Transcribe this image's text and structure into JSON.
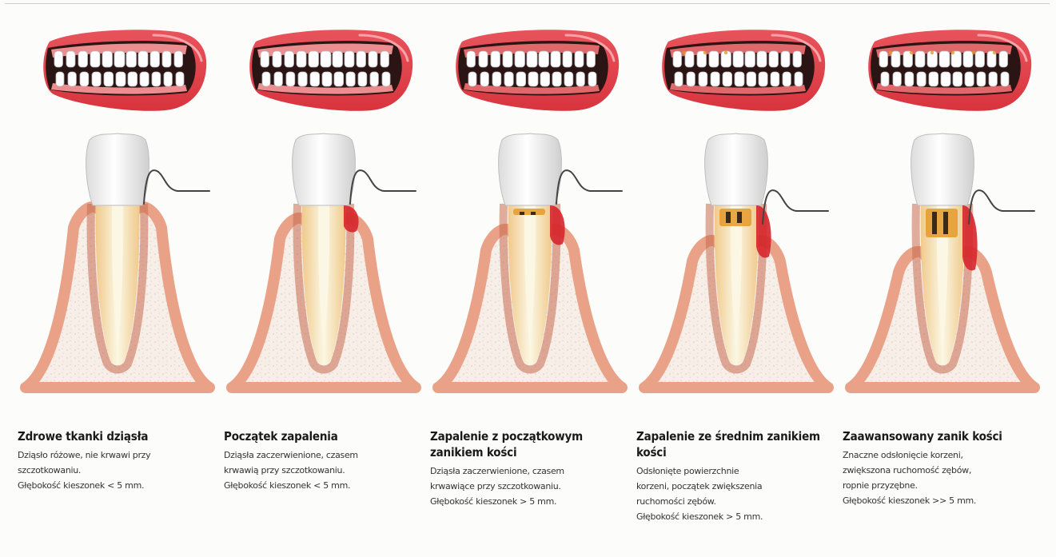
{
  "colors": {
    "gum": "#e9a287",
    "gum_inner": "#c9694f",
    "bone_bg": "#f7eee8",
    "enamel": "#f6f6f4",
    "root": "#f6e2ae",
    "pulp": "#fbf7e4",
    "lip": "#d8343e",
    "inflamed": "#d6262c",
    "tartar": "#e49a2a",
    "caption_title": "#1a1a1a",
    "caption_text": "#333333"
  },
  "stages": [
    {
      "title": "Zdrowe tkanki dziąsła",
      "lines": [
        "Dziąsło różowe, nie krwawi przy",
        "szczotkowaniu.",
        "Głębokość kieszonek < 5 mm."
      ],
      "severity": 0
    },
    {
      "title": "Początek zapalenia",
      "lines": [
        "Dziąsła zaczerwienione, czasem",
        "krwawią przy szczotkowaniu.",
        "Głębokość kieszonek < 5 mm."
      ],
      "severity": 1
    },
    {
      "title": "Zapalenie z początkowym zanikiem kości",
      "lines": [
        "Dziąsła zaczerwienione, czasem",
        "krwawiące przy szczotkowaniu.",
        "Głębokość kieszonek > 5 mm."
      ],
      "severity": 2
    },
    {
      "title": "Zapalenie ze średnim zanikiem kości",
      "lines": [
        "Odsłonięte powierzchnie",
        "korzeni, początek zwiększenia",
        "ruchomości zębów.",
        "Głębokość kieszonek > 5 mm."
      ],
      "severity": 3
    },
    {
      "title": "Zaawansowany zanik kości",
      "lines": [
        "Znaczne odsłonięcie korzeni,",
        "zwiększona ruchomość zębów,",
        "ropnie przyzębne.",
        "Głębokość kieszonek >> 5 mm."
      ],
      "severity": 4
    }
  ]
}
